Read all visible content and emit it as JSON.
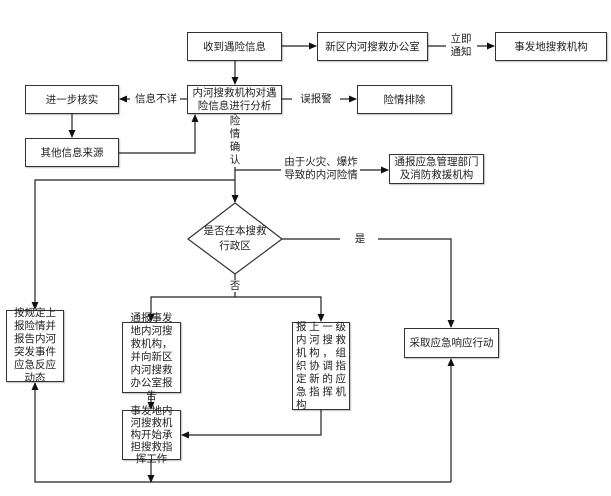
{
  "diagram": {
    "nodes": {
      "receive_info": "收到遇险信息",
      "xinqu_office": "新区内河搜救办公室",
      "local_rescue": "事发地搜救机构",
      "analysis": "内河搜救机构对遇险信息进行分析",
      "verify": "进一步核实",
      "other_sources": "其他信息来源",
      "danger_cleared": "险情排除",
      "notify_emergency": "通报应急管理部门及消防救援机构",
      "in_region_decision": "是否在本搜救行政区",
      "report_dynamic": "按规定上报险情并报告内河突发事件应急反应动态",
      "notify_local": "通报事发地内河搜救机构，并向新区内河搜救办公室报告",
      "local_take_command": "事发地内河搜救机构开始承担搜救指挥工作",
      "report_upper": "报上一级内河搜救机构，组织协调指定新的应急指挥机构",
      "take_action": "采取应急响应行动"
    },
    "edge_labels": {
      "notify_immediately": "立即通知",
      "info_unclear": "信息不详",
      "false_alarm": "误报警",
      "danger_confirmed": "险情确认",
      "fire_explosion": "由于火灾、爆炸导致的内河险情",
      "yes": "是",
      "no": "否"
    }
  }
}
